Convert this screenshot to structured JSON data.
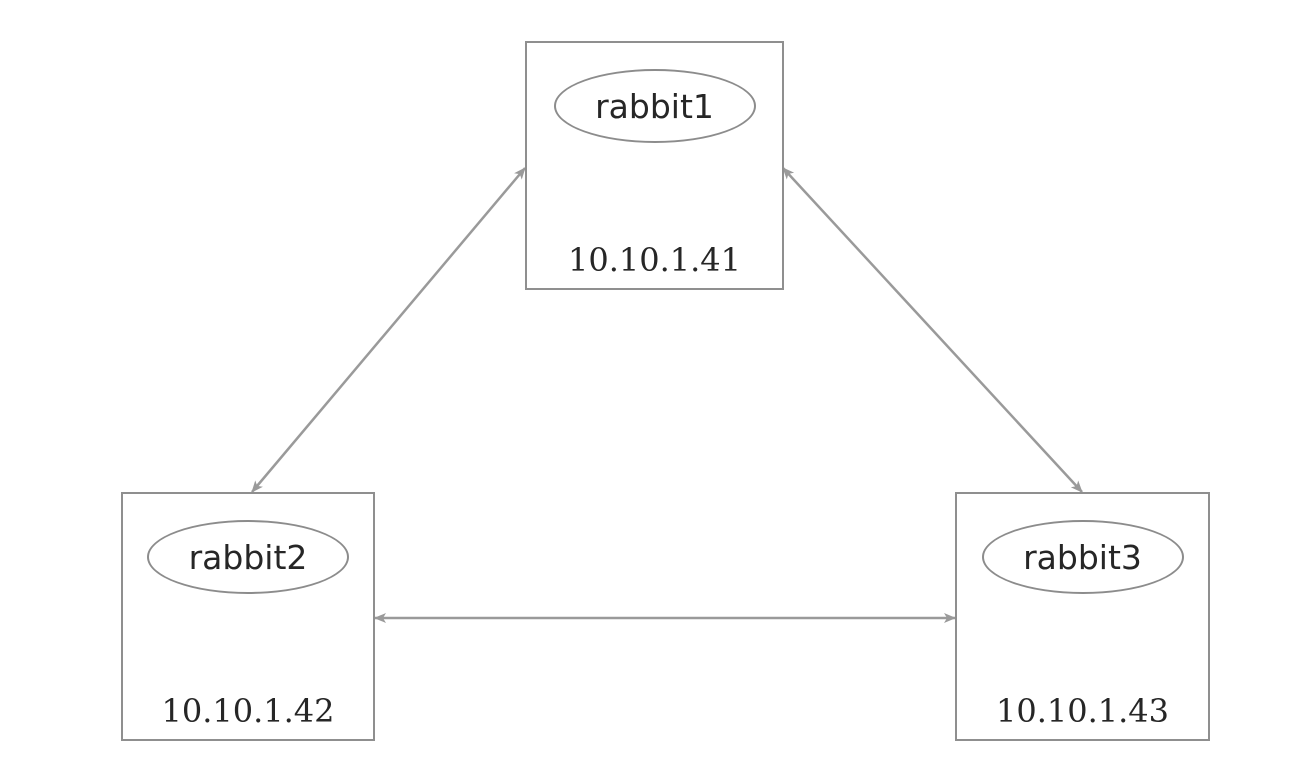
{
  "diagram": {
    "type": "cluster-topology",
    "nodes": [
      {
        "id": "rabbit1",
        "label": "rabbit1",
        "ip": "10.10.1.41"
      },
      {
        "id": "rabbit2",
        "label": "rabbit2",
        "ip": "10.10.1.42"
      },
      {
        "id": "rabbit3",
        "label": "rabbit3",
        "ip": "10.10.1.43"
      }
    ],
    "edges": [
      {
        "from": "rabbit1",
        "to": "rabbit2",
        "bidirectional": true
      },
      {
        "from": "rabbit1",
        "to": "rabbit3",
        "bidirectional": true
      },
      {
        "from": "rabbit2",
        "to": "rabbit3",
        "bidirectional": true
      }
    ],
    "colors": {
      "background": "#ffffff",
      "node_border": "#8f8f8f",
      "ellipse_border": "#8c8c8c",
      "arrow": "#9a9a9a",
      "text": "#262626"
    }
  }
}
